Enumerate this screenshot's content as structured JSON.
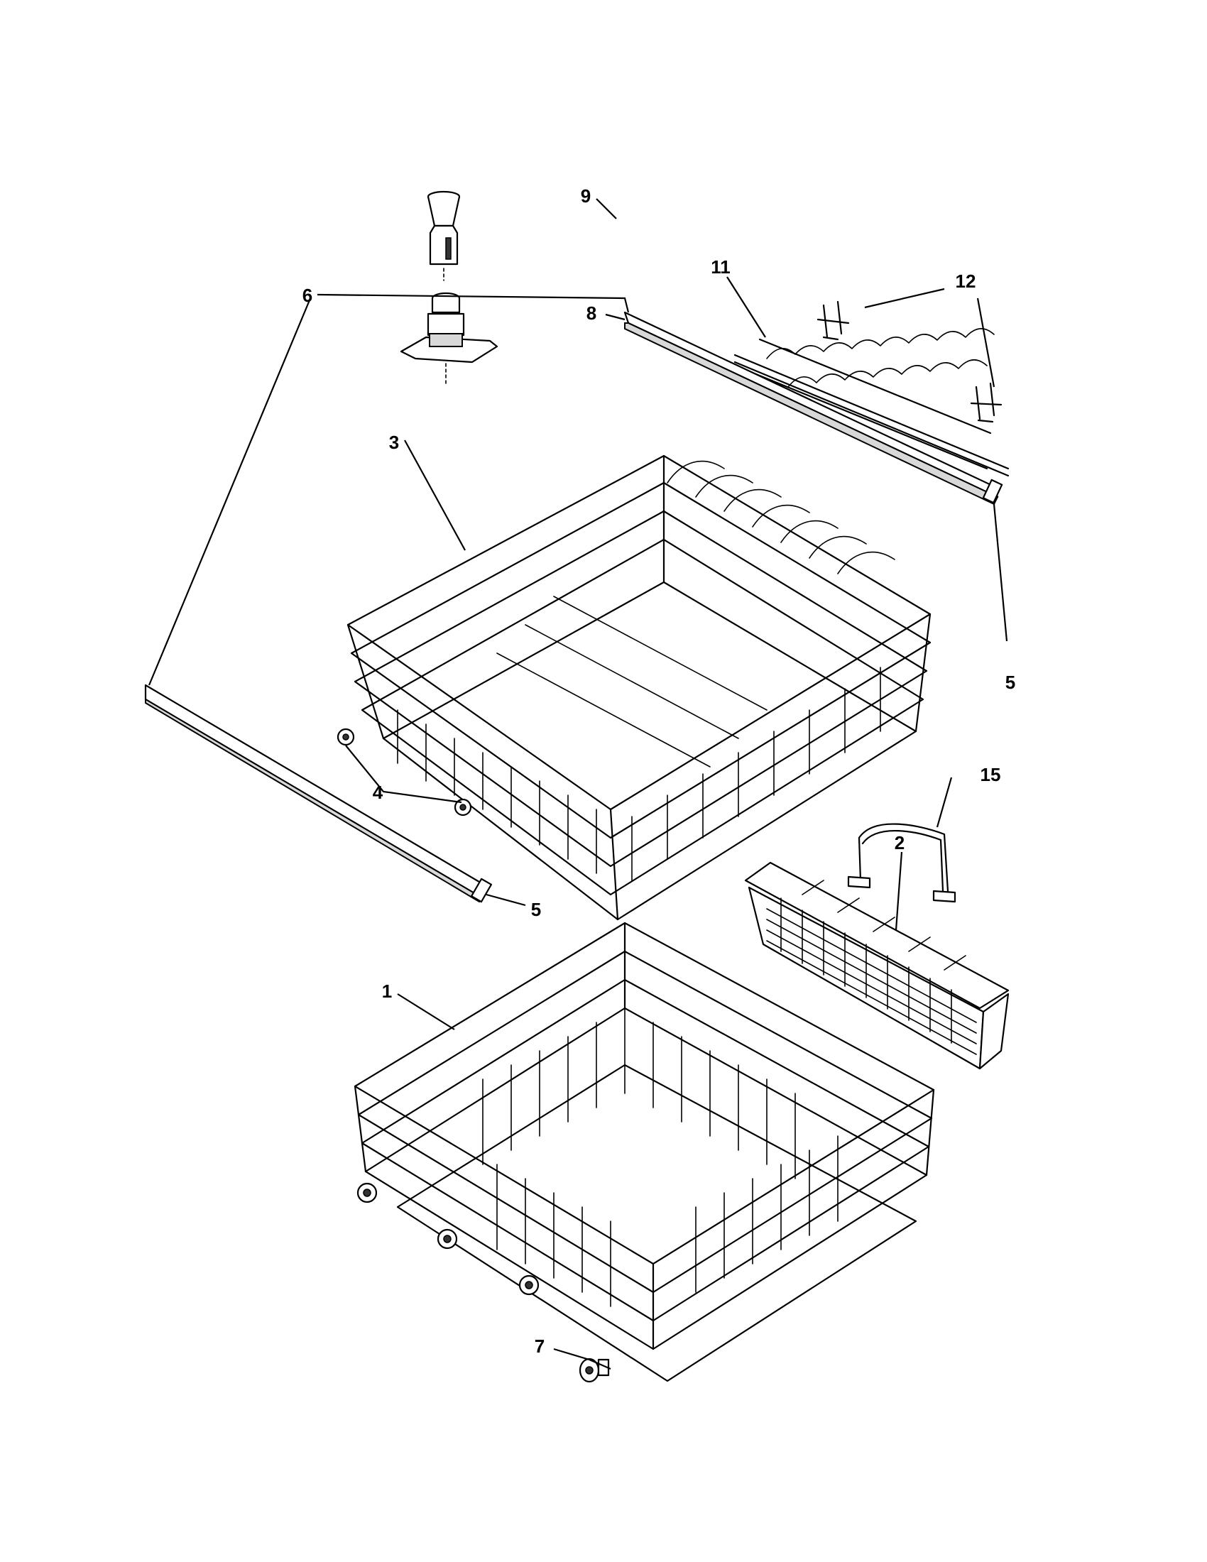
{
  "diagram": {
    "callouts": {
      "c1": "1",
      "c2": "2",
      "c3": "3",
      "c4": "4",
      "c5a": "5",
      "c5b": "5",
      "c6": "6",
      "c7": "7",
      "c8": "8",
      "c9": "9",
      "c11": "11",
      "c12": "12",
      "c15": "15"
    }
  }
}
